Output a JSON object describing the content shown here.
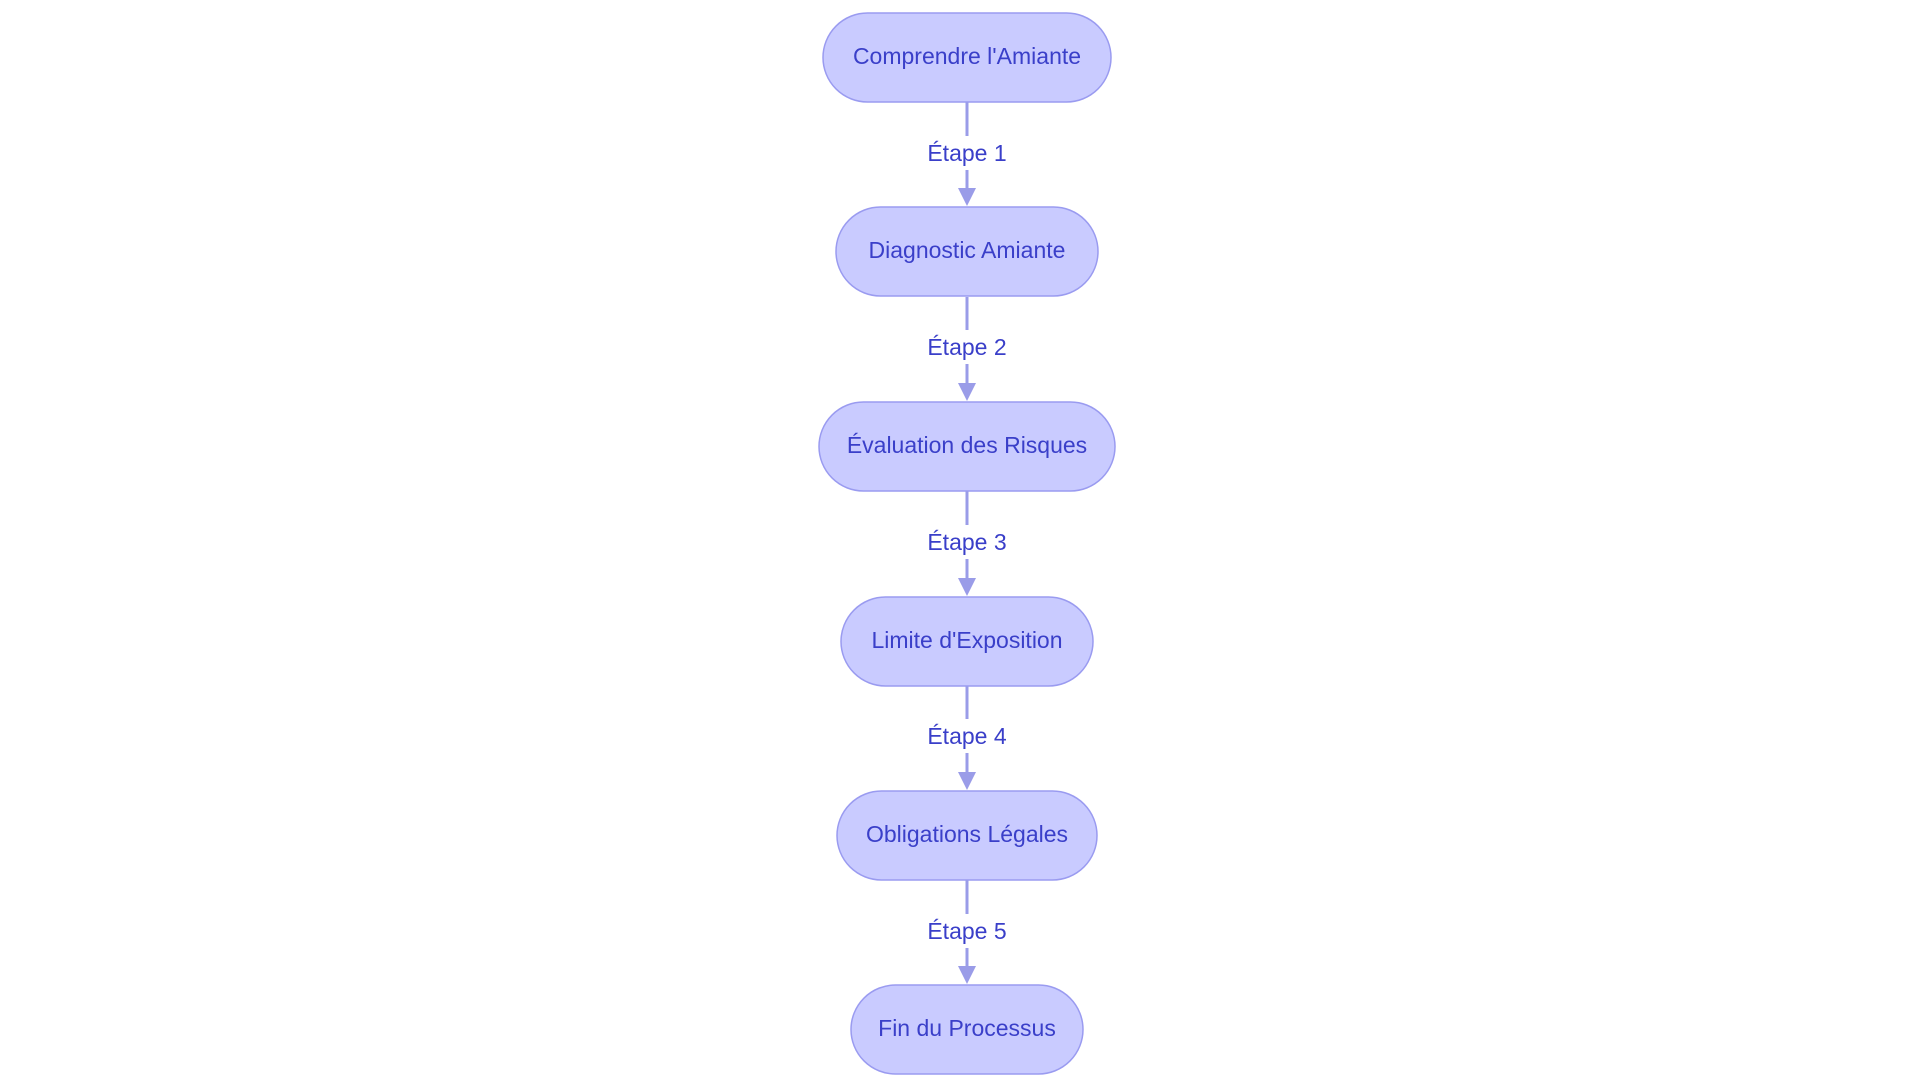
{
  "diagram": {
    "type": "flowchart",
    "direction": "top-to-bottom",
    "colors": {
      "node_fill": "#c9cbff",
      "node_stroke": "#9a9bf0",
      "text": "#3a3fc9",
      "edge": "#9a9ce8"
    },
    "nodes": [
      {
        "id": "n1",
        "label": "Comprendre l'Amiante"
      },
      {
        "id": "n2",
        "label": "Diagnostic Amiante"
      },
      {
        "id": "n3",
        "label": "Évaluation des Risques"
      },
      {
        "id": "n4",
        "label": "Limite d'Exposition"
      },
      {
        "id": "n5",
        "label": "Obligations Légales"
      },
      {
        "id": "n6",
        "label": "Fin du Processus"
      }
    ],
    "edges": [
      {
        "from": "n1",
        "to": "n2",
        "label": "Étape 1"
      },
      {
        "from": "n2",
        "to": "n3",
        "label": "Étape 2"
      },
      {
        "from": "n3",
        "to": "n4",
        "label": "Étape 3"
      },
      {
        "from": "n4",
        "to": "n5",
        "label": "Étape 4"
      },
      {
        "from": "n5",
        "to": "n6",
        "label": "Étape 5"
      }
    ]
  }
}
